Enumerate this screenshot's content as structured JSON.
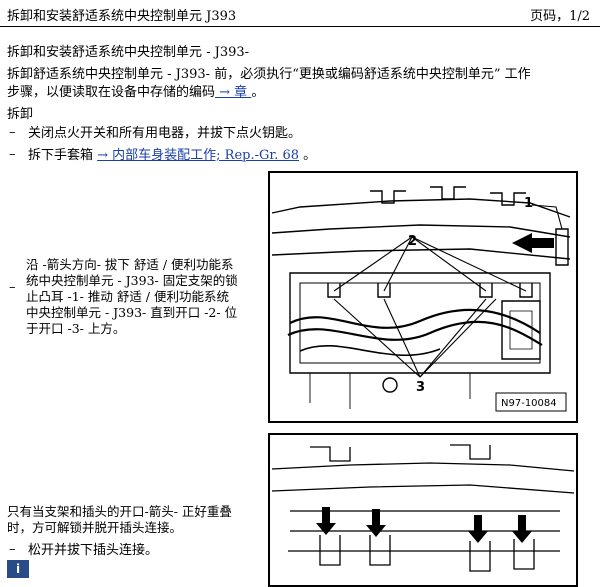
{
  "header": {
    "title": "拆卸和安装舒适系统中央控制单元  J393",
    "page": "页码，1/2"
  },
  "section_title": "拆卸和安装舒适系统中央控制单元  - J393-",
  "intro": {
    "line1": "拆卸舒适系统中央控制单元  - J393- 前，必须执行“更换或编码舒适系统中央控制单元”  工作",
    "line2_prefix": "步骤，以便读取在设备中存储的编码",
    "line2_link": " → 章 ",
    "line2_suffix": "。"
  },
  "removal_heading": "拆卸",
  "steps": [
    {
      "dash": "–",
      "text": "关闭点火开关和所有用电器，并拔下点火钥匙。"
    },
    {
      "dash": "–",
      "text_prefix": "拆下手套箱  ",
      "link": "→ 内部车身装配工作; Rep.-Gr. 68",
      "text_suffix": " 。"
    }
  ],
  "step3": {
    "dash": "–",
    "lines": [
      "沿  -箭头方向- 拔下  舒适  / 便利功能系",
      "统中央控制单元  - J393- 固定支架的锁",
      "止凸耳  -1- 推动  舒适  / 便利功能系统",
      "中央控制单元  - J393- 直到开口  -2- 位",
      "于开口  -3- 上方。"
    ]
  },
  "figure1": {
    "labels": [
      "1",
      "2",
      "3"
    ],
    "ref": "N97-10084"
  },
  "note": {
    "lines": [
      "只有当支架和插头的开口-箭头- 正好重叠",
      "时，方可解锁并脱开插头连接。"
    ]
  },
  "step4": {
    "dash": "–",
    "text": "松开并拔下插头连接。"
  },
  "info_icon": "i"
}
